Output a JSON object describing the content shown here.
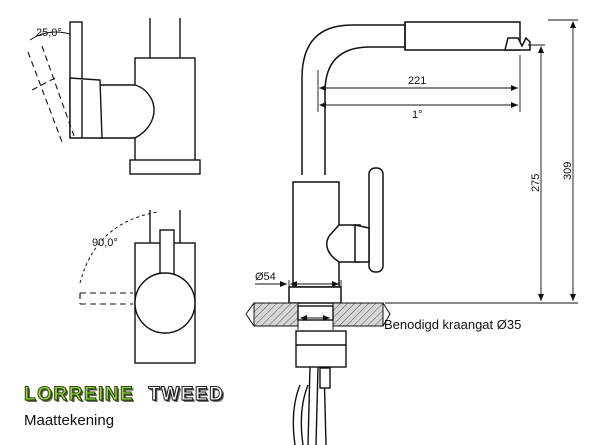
{
  "brand": {
    "name": "LORREINE",
    "model": "TWEED"
  },
  "subtitle": "Maattekening",
  "dimensions": {
    "side_angle": "25,0°",
    "top_angle": "90,0°",
    "reach": "221",
    "reach_ext": "1°",
    "height_spout": "275",
    "height_total": "309",
    "base_diameter": "Ø54",
    "hole_note": "Benodigd kraangat Ø35"
  },
  "colors": {
    "line": "#111111",
    "hatch_fill": "#bdbdbd",
    "brand_green": "#9bd43f",
    "shadow": "#6b6b6b"
  }
}
